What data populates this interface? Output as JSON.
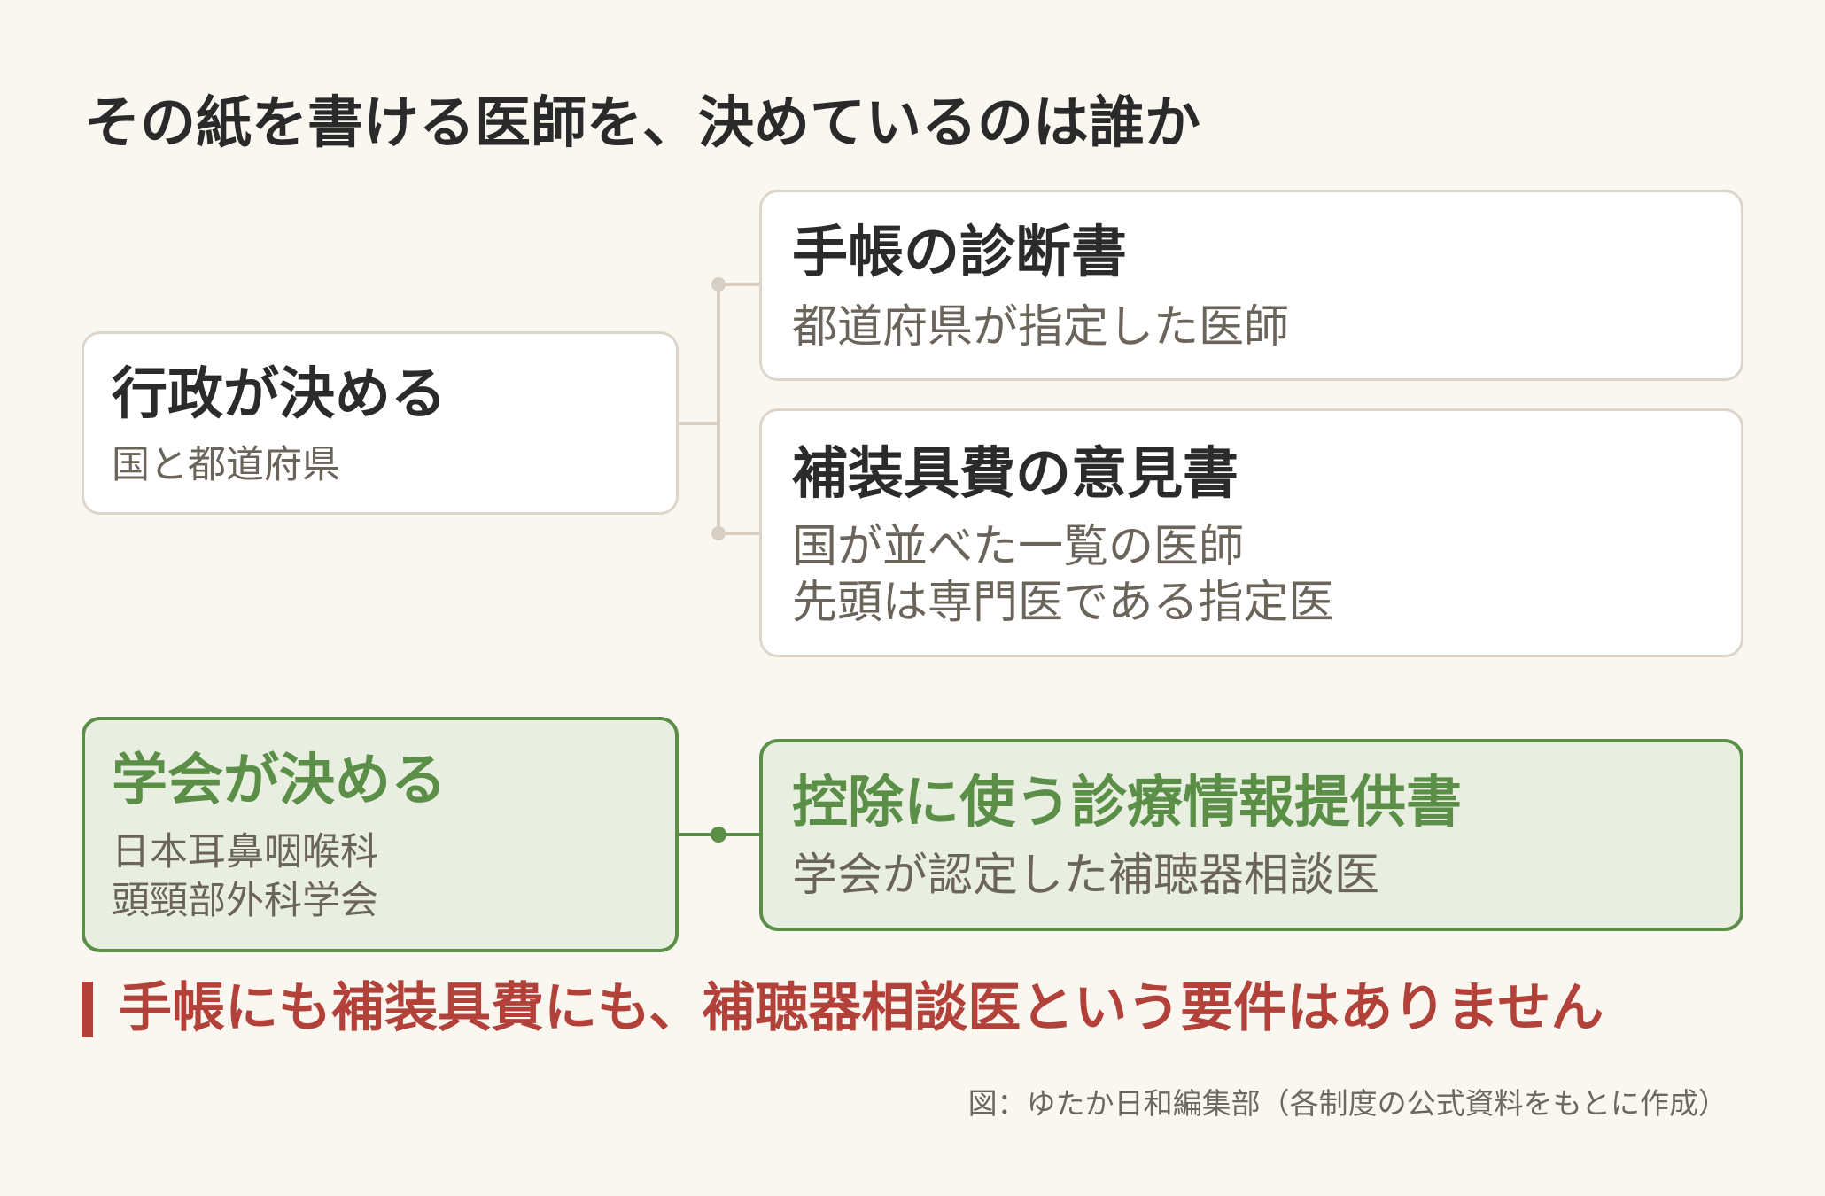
{
  "title": "その紙を書ける医師を、決めているのは誰か",
  "groups": [
    {
      "authority": {
        "title": "行政が決める",
        "lines": [
          "国と都道府県"
        ]
      },
      "documents": [
        {
          "title": "手帳の診断書",
          "lines": [
            "都道府県が指定した医師"
          ]
        },
        {
          "title": "補装具費の意見書",
          "lines": [
            "国が並べた一覧の医師",
            "先頭は専門医である指定医"
          ]
        }
      ]
    },
    {
      "authority": {
        "title": "学会が決める",
        "lines": [
          "日本耳鼻咽喉科",
          "頭頸部外科学会"
        ]
      },
      "documents": [
        {
          "title": "控除に使う診療情報提供書",
          "lines": [
            "学会が認定した補聴器相談医"
          ]
        }
      ]
    }
  ],
  "note": "手帳にも補装具費にも、補聴器相談医という要件はありません",
  "credit": "図：ゆたか日和編集部（各制度の公式資料をもとに作成）",
  "colors": {
    "background": "#faf7f1",
    "box_border": "#ddd5c9",
    "connector": "#d7cfc3",
    "green": "#5b8e47",
    "green_fill": "#e8efe1",
    "red": "#b2413a",
    "muted": "#6b645a"
  }
}
